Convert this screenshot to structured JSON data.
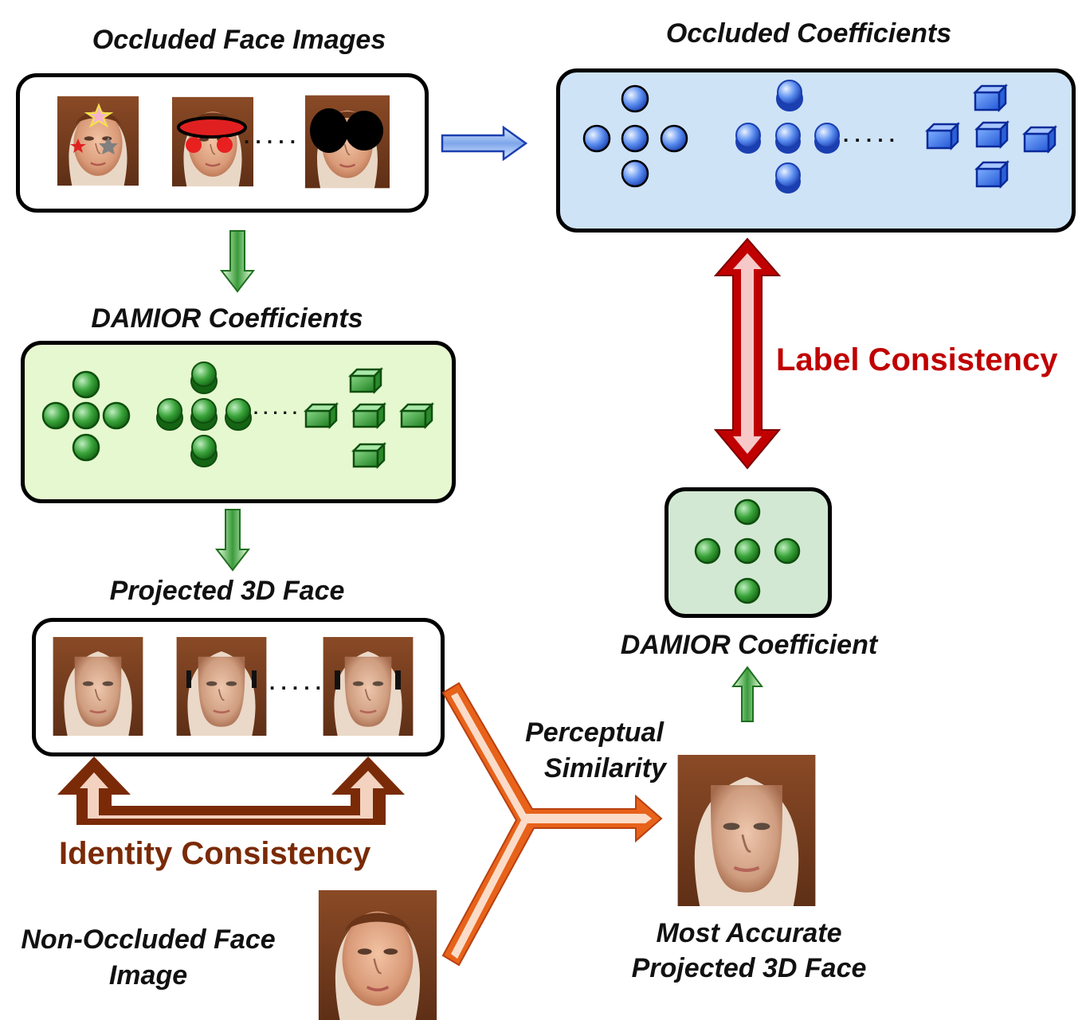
{
  "labels": {
    "occluded_faces": "Occluded Face Images",
    "occluded_coeffs": "Occluded Coefficients",
    "damior_coeffs": "DAMIOR Coefficients",
    "projected_face": "Projected 3D Face",
    "label_consistency": "Label Consistency",
    "damior_coeff_single": "DAMIOR Coefficient",
    "perceptual_line1": "Perceptual",
    "perceptual_line2": "Similarity",
    "identity_consistency": "Identity Consistency",
    "non_occluded_line1": "Non-Occluded Face",
    "non_occluded_line2": "Image",
    "most_accurate_line1": "Most Accurate",
    "most_accurate_line2": "Projected 3D Face",
    "ellipsis": ". . . . ."
  },
  "colors": {
    "blue_panel": "#cfe3f7",
    "green_panel": "#e6f8cf",
    "green_small_panel": "#d3e8d3",
    "label_red": "#c00000",
    "identity_brown": "#7a2a06",
    "orange": "#e8621a",
    "green_arrow": "#2f8a2f"
  }
}
